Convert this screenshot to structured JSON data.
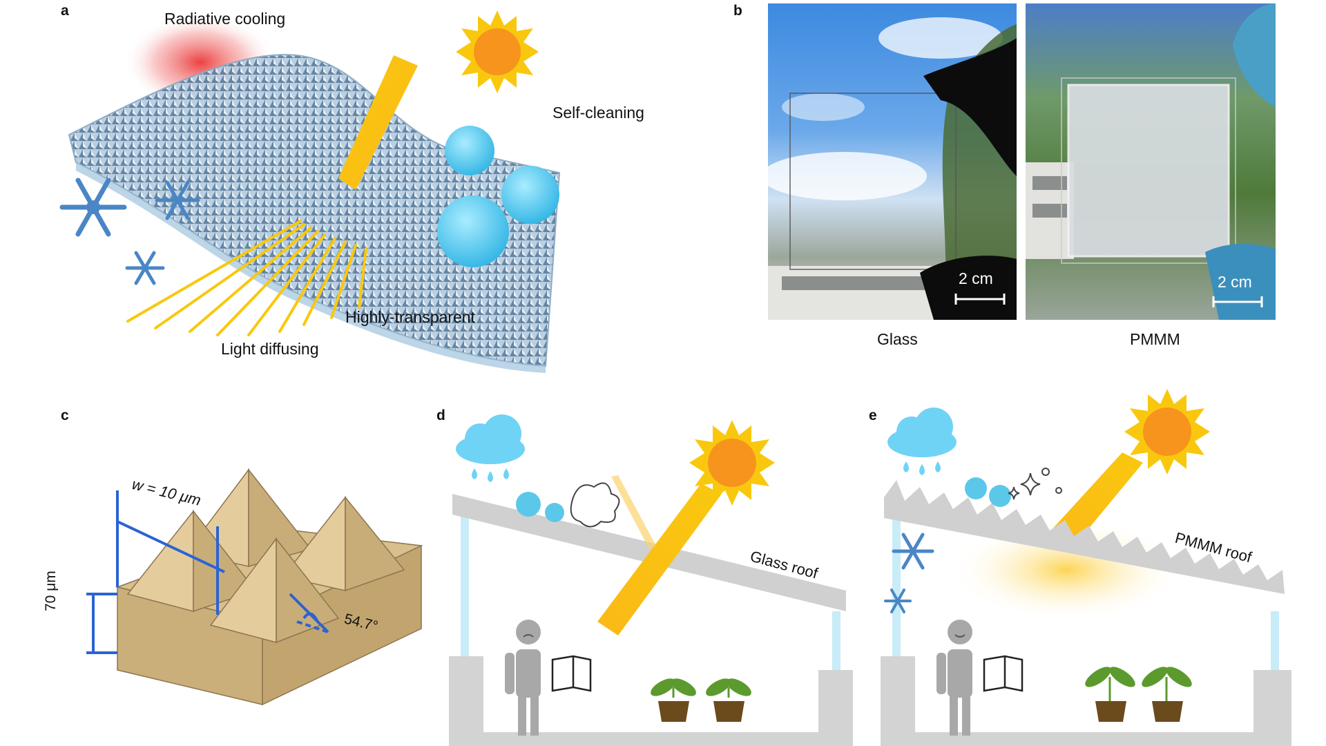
{
  "panels": {
    "a": {
      "letter": "a",
      "labels": {
        "radiative_cooling": "Radiative cooling",
        "self_cleaning": "Self-cleaning",
        "highly_transparent": "Highly-transparent",
        "light_diffusing": "Light diffusing"
      }
    },
    "b": {
      "letter": "b",
      "photos": [
        {
          "caption": "Glass",
          "scale_label": "2 cm"
        },
        {
          "caption": "PMMM",
          "scale_label": "2 cm"
        }
      ]
    },
    "c": {
      "letter": "c",
      "width_label": "w = 10 μm",
      "height_label": "70 μm",
      "angle_label": "54.7°"
    },
    "d": {
      "letter": "d",
      "roof_label": "Glass roof"
    },
    "e": {
      "letter": "e",
      "roof_label": "PMMM roof"
    }
  },
  "colors": {
    "sun_core": "#f7941d",
    "sun_rays": "#f9c80e",
    "beam": "#fbb917",
    "droplet": "#5bc8ea",
    "snowflake": "#4a86c6",
    "cloud": "#6fd3f5",
    "structure_blue": "#2b63d3",
    "pyramid": "#d9bf8c",
    "house_gray": "#d3d3d3",
    "pillar": "#c8ecf8",
    "pot": "#6b4a1c",
    "leaf": "#5c9a2e",
    "heat": "#e82020"
  }
}
